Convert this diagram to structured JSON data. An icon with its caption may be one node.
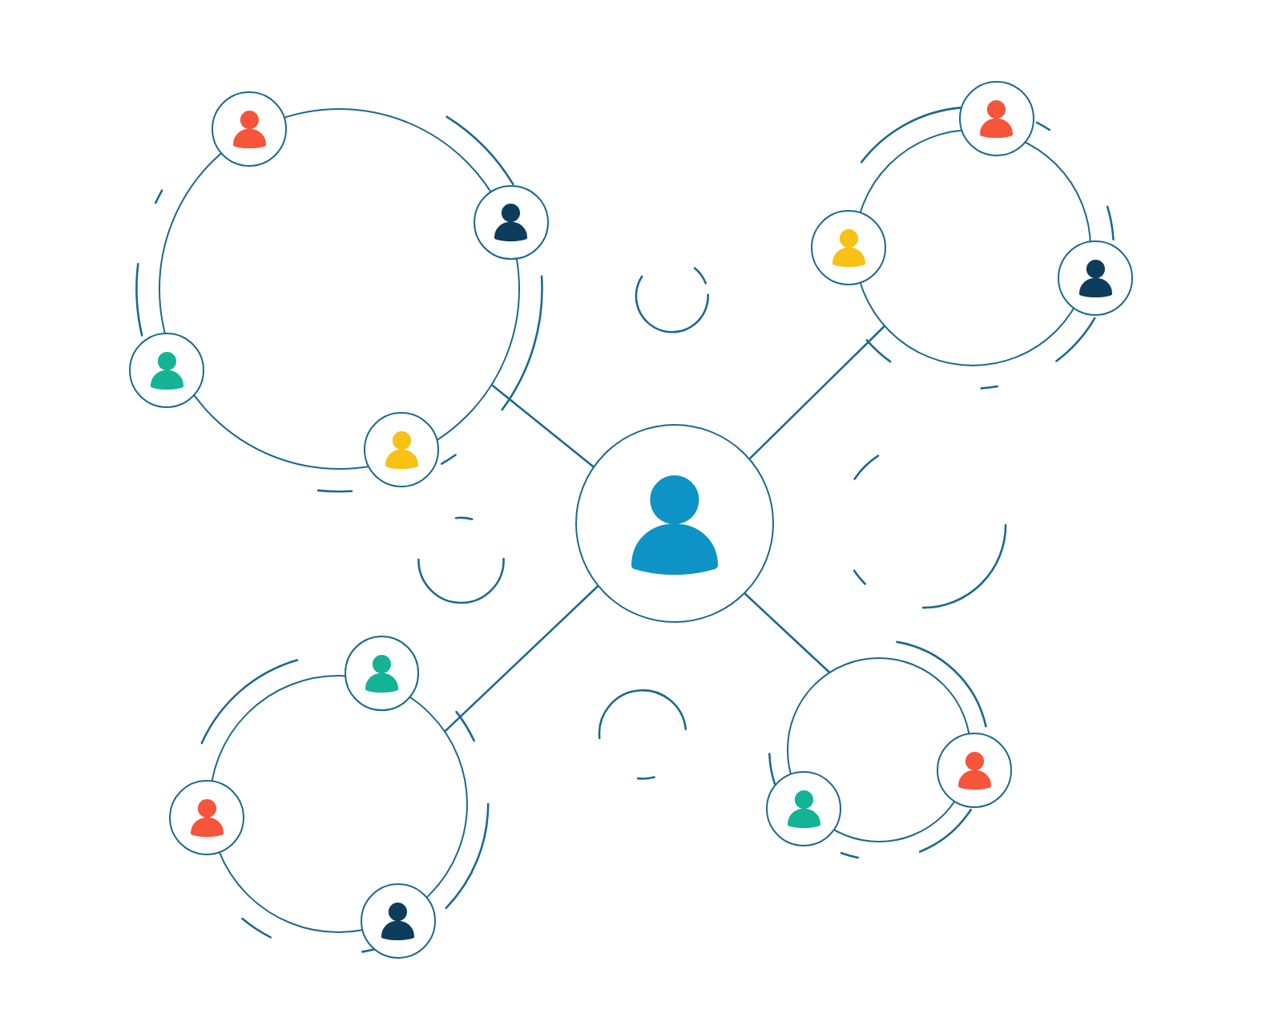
{
  "diagram": {
    "nodes": [
      {
        "text": [],
        "shape": "circle"
      },
      {
        "text": [],
        "shape": "person"
      },
      {
        "text": [],
        "shape": "person"
      },
      {
        "text": [],
        "shape": "person"
      },
      {
        "text": [],
        "shape": "person"
      },
      {
        "text": [],
        "shape": "circle"
      },
      {
        "text": [],
        "shape": "person"
      },
      {
        "text": [],
        "shape": "person"
      },
      {
        "text": [],
        "shape": "person"
      },
      {
        "text": [],
        "shape": "person"
      },
      {
        "text": [],
        "shape": "circle"
      },
      {
        "text": [],
        "shape": "person"
      },
      {
        "text": [],
        "shape": "person"
      },
      {
        "text": [],
        "shape": "person"
      },
      {
        "text": [],
        "shape": "circle"
      },
      {
        "text": [],
        "shape": "person"
      },
      {
        "text": [],
        "shape": "person"
      }
    ],
    "edges": [
      {
        "from": 9,
        "to": 0,
        "arrow": "none"
      },
      {
        "from": 9,
        "to": 5,
        "arrow": "none"
      },
      {
        "from": 9,
        "to": 10,
        "arrow": "none"
      },
      {
        "from": 9,
        "to": 14,
        "arrow": "none"
      }
    ]
  }
}
